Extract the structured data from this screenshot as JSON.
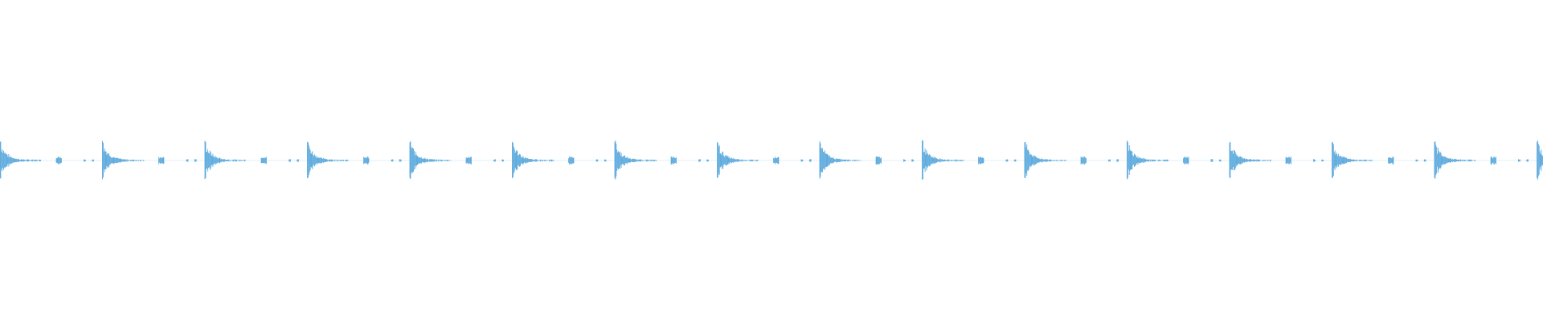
{
  "waveform": {
    "color": "#5aa9dd",
    "background": "#ffffff",
    "beat_count": 16,
    "pattern": {
      "attack": 1.0,
      "decay_tail": 0.12,
      "secondary_hits": [
        0.55,
        0.82,
        0.9
      ],
      "secondary_level": 0.08
    },
    "last_hit_partial": true
  }
}
